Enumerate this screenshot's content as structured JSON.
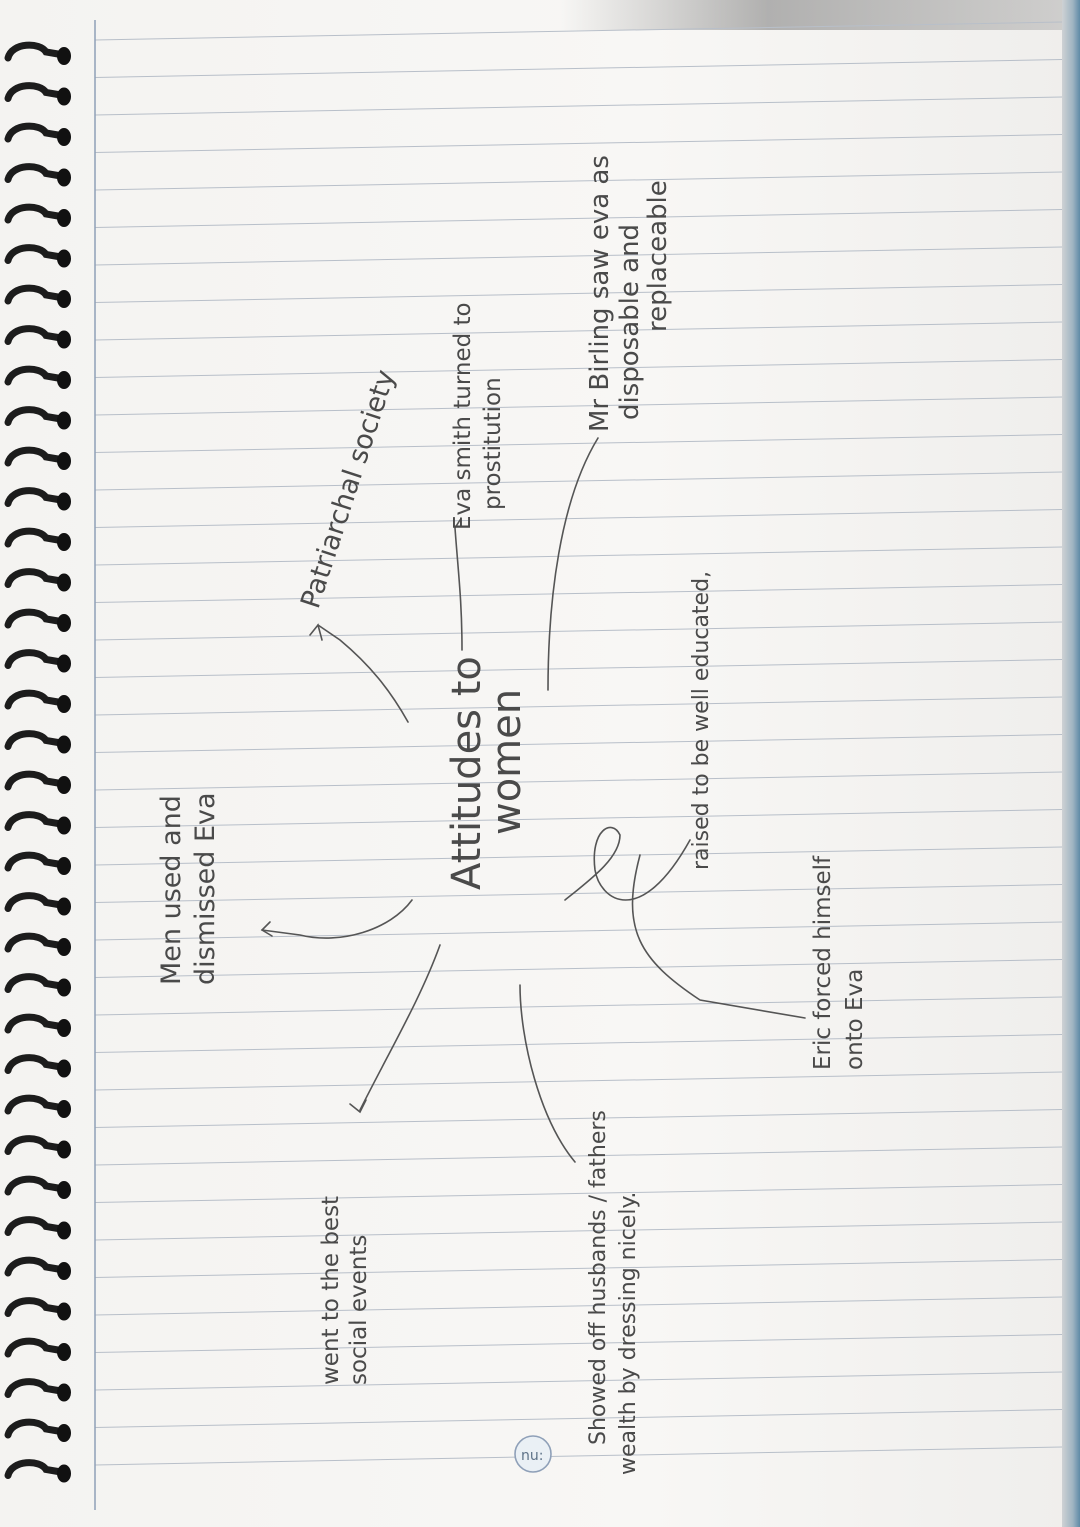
{
  "diagram": {
    "centre_topic": {
      "line1": "Attitudes to",
      "line2": "women"
    },
    "branches": [
      {
        "id": "men",
        "line1": "Men used and",
        "line2": "dismissed Eva"
      },
      {
        "id": "patriarchal",
        "line1": "Patriarchal society"
      },
      {
        "id": "prostitution",
        "line1": "Eva smith turned to",
        "line2": "prostitution"
      },
      {
        "id": "birling",
        "line1": "Mr Birling saw eva as",
        "line2": "disposable and",
        "line3": "replaceable"
      },
      {
        "id": "social",
        "line1": "went to the best",
        "line2": "social events"
      },
      {
        "id": "showed",
        "line1": "Showed off husbands / fathers",
        "line2": "wealth by dressing nicely."
      },
      {
        "id": "educated",
        "line1": "raised to be well educated,"
      },
      {
        "id": "eric",
        "line1": "Eric forced himself",
        "line2": "onto Eva"
      }
    ]
  },
  "watermark": {
    "text": "nu:"
  },
  "colors": {
    "ink": "#4a4a4a",
    "ruled_line": "#b8bfc9",
    "margin_line": "#8fa0b8",
    "spiral": "#1c1c1c"
  }
}
